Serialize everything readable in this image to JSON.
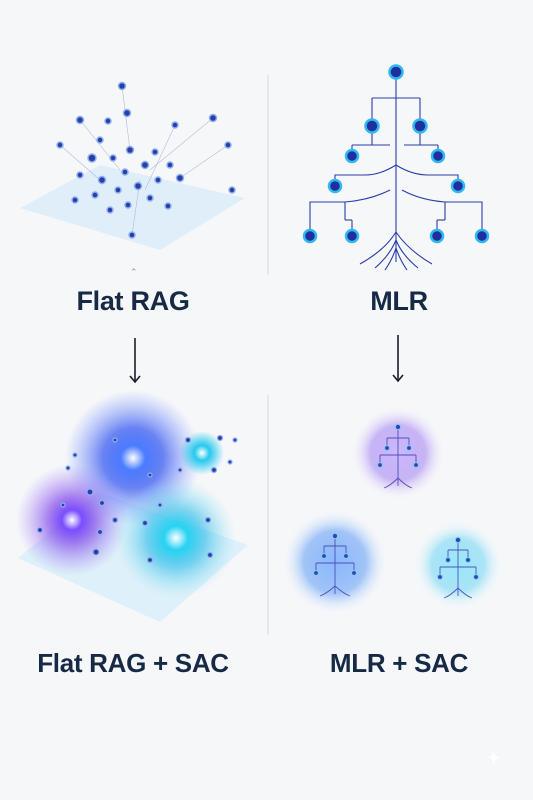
{
  "labels": {
    "top_left": "Flat RAG",
    "top_right": "MLR",
    "bottom_left": "Flat RAG + SAC",
    "bottom_right": "MLR + SAC"
  },
  "colors": {
    "node_dark": "#1f2f9c",
    "node_tree": "#1f7de0",
    "text": "#172a45",
    "plane": "#dcecf9",
    "glow_violet": "#8c57ff",
    "glow_blue": "#2f6bff",
    "glow_cyan": "#2fd2f0"
  },
  "icons": [
    "down-arrow-icon",
    "sparkle-icon"
  ]
}
